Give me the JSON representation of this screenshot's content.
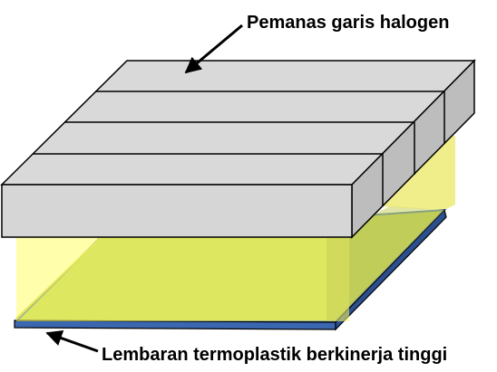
{
  "labels": {
    "heater": "Pemanas garis halogen",
    "sheet": "Lembaran termoplastik berkinerja tinggi"
  },
  "colors": {
    "heater_top": "#d9d9d9",
    "heater_front": "#d6d6d6",
    "heater_side": "#bdbdbd",
    "light_glow": "#ffff66",
    "light_glow_dim": "#f0ee8a",
    "sheet_top": "#b5c95a",
    "sheet_front": "#3b66b0",
    "sheet_side": "#2c4f8f",
    "outline": "#000000"
  },
  "heater": {
    "lamp_count": 4
  }
}
